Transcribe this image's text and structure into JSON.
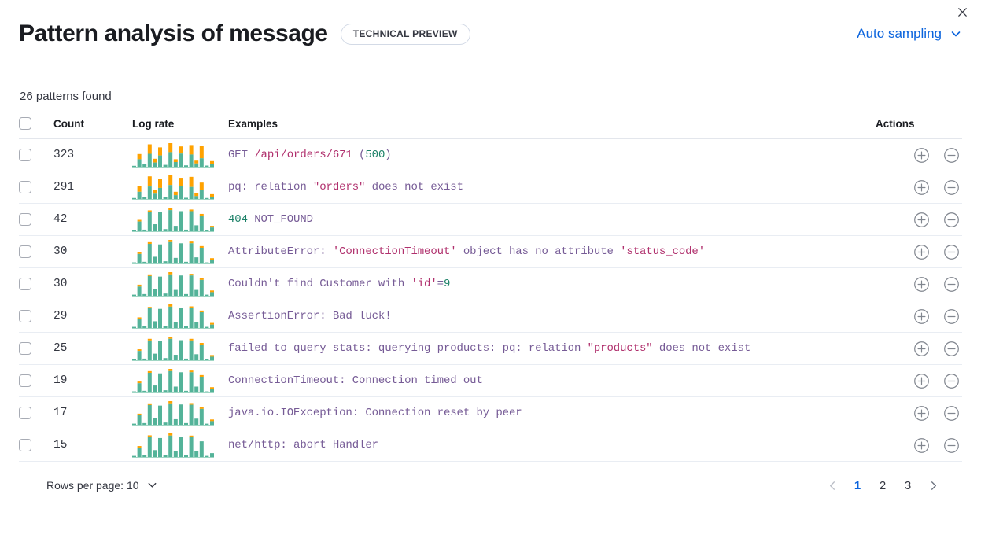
{
  "header": {
    "title": "Pattern analysis of message",
    "badge": "TECHNICAL PREVIEW",
    "sampling_label": "Auto sampling",
    "sampling_icon": "chevron-down-icon",
    "close_icon": "close-icon"
  },
  "summary": {
    "patterns_found": "26 patterns found"
  },
  "table": {
    "columns": {
      "select": "",
      "count": "Count",
      "log_rate": "Log rate",
      "examples": "Examples",
      "actions": "Actions"
    },
    "row_actions": {
      "include_icon": "plus-in-circle-icon",
      "exclude_icon": "minus-in-circle-icon"
    },
    "rows": [
      {
        "count": "323",
        "example": "GET /api/orders/671 (500)",
        "tokens": [
          {
            "t": "GET ",
            "c": "base"
          },
          {
            "t": "/api/orders/671",
            "c": "str"
          },
          {
            "t": " (",
            "c": "base"
          },
          {
            "t": "500",
            "c": "num"
          },
          {
            "t": ")",
            "c": "base"
          }
        ],
        "spark": [
          {
            "g": 4,
            "o": 0
          },
          {
            "g": 32,
            "o": 22
          },
          {
            "g": 10,
            "o": 0
          },
          {
            "g": 55,
            "o": 40
          },
          {
            "g": 18,
            "o": 16
          },
          {
            "g": 48,
            "o": 34
          },
          {
            "g": 8,
            "o": 0
          },
          {
            "g": 62,
            "o": 38
          },
          {
            "g": 20,
            "o": 12
          },
          {
            "g": 56,
            "o": 30
          },
          {
            "g": 6,
            "o": 0
          },
          {
            "g": 52,
            "o": 40
          },
          {
            "g": 14,
            "o": 12
          },
          {
            "g": 36,
            "o": 52
          },
          {
            "g": 5,
            "o": 0
          },
          {
            "g": 10,
            "o": 14
          }
        ]
      },
      {
        "count": "291",
        "example": "pq: relation \"orders\" does not exist",
        "tokens": [
          {
            "t": "pq: relation ",
            "c": "base"
          },
          {
            "t": "\"orders\"",
            "c": "str"
          },
          {
            "t": " does not exist",
            "c": "base"
          }
        ],
        "spark": [
          {
            "g": 4,
            "o": 0
          },
          {
            "g": 30,
            "o": 24
          },
          {
            "g": 8,
            "o": 0
          },
          {
            "g": 52,
            "o": 42
          },
          {
            "g": 22,
            "o": 14
          },
          {
            "g": 46,
            "o": 36
          },
          {
            "g": 7,
            "o": 0
          },
          {
            "g": 58,
            "o": 40
          },
          {
            "g": 16,
            "o": 14
          },
          {
            "g": 54,
            "o": 34
          },
          {
            "g": 5,
            "o": 0
          },
          {
            "g": 50,
            "o": 42
          },
          {
            "g": 12,
            "o": 14
          },
          {
            "g": 38,
            "o": 30
          },
          {
            "g": 4,
            "o": 0
          },
          {
            "g": 8,
            "o": 12
          }
        ]
      },
      {
        "count": "42",
        "example": "404 NOT_FOUND",
        "tokens": [
          {
            "t": "404",
            "c": "num"
          },
          {
            "t": " NOT_FOUND",
            "c": "base"
          }
        ],
        "spark": [
          {
            "g": 4,
            "o": 0
          },
          {
            "g": 36,
            "o": 6
          },
          {
            "g": 6,
            "o": 0
          },
          {
            "g": 72,
            "o": 5
          },
          {
            "g": 26,
            "o": 0
          },
          {
            "g": 70,
            "o": 0
          },
          {
            "g": 8,
            "o": 0
          },
          {
            "g": 78,
            "o": 9
          },
          {
            "g": 20,
            "o": 0
          },
          {
            "g": 74,
            "o": 0
          },
          {
            "g": 6,
            "o": 0
          },
          {
            "g": 74,
            "o": 6
          },
          {
            "g": 22,
            "o": 0
          },
          {
            "g": 58,
            "o": 6
          },
          {
            "g": 4,
            "o": 0
          },
          {
            "g": 14,
            "o": 6
          }
        ]
      },
      {
        "count": "30",
        "example": "AttributeError: 'ConnectionTimeout' object has no attribute 'status_code'",
        "tokens": [
          {
            "t": "AttributeError: ",
            "c": "base"
          },
          {
            "t": "'ConnectionTimeout'",
            "c": "str"
          },
          {
            "t": " object has no attribute ",
            "c": "base"
          },
          {
            "t": "'status_code'",
            "c": "str"
          }
        ],
        "spark": [
          {
            "g": 4,
            "o": 0
          },
          {
            "g": 34,
            "o": 6
          },
          {
            "g": 6,
            "o": 0
          },
          {
            "g": 70,
            "o": 6
          },
          {
            "g": 24,
            "o": 0
          },
          {
            "g": 68,
            "o": 0
          },
          {
            "g": 8,
            "o": 0
          },
          {
            "g": 76,
            "o": 8
          },
          {
            "g": 20,
            "o": 0
          },
          {
            "g": 72,
            "o": 0
          },
          {
            "g": 6,
            "o": 0
          },
          {
            "g": 72,
            "o": 6
          },
          {
            "g": 22,
            "o": 0
          },
          {
            "g": 56,
            "o": 6
          },
          {
            "g": 4,
            "o": 0
          },
          {
            "g": 13,
            "o": 6
          }
        ]
      },
      {
        "count": "30",
        "example": "Couldn't find Customer with 'id'=9",
        "tokens": [
          {
            "t": "Couldn't find Customer with ",
            "c": "base"
          },
          {
            "t": "'id'",
            "c": "str"
          },
          {
            "t": "=",
            "c": "base"
          },
          {
            "t": "9",
            "c": "num"
          }
        ],
        "spark": [
          {
            "g": 4,
            "o": 0
          },
          {
            "g": 33,
            "o": 7
          },
          {
            "g": 6,
            "o": 0
          },
          {
            "g": 71,
            "o": 6
          },
          {
            "g": 25,
            "o": 0
          },
          {
            "g": 69,
            "o": 0
          },
          {
            "g": 8,
            "o": 0
          },
          {
            "g": 77,
            "o": 8
          },
          {
            "g": 21,
            "o": 0
          },
          {
            "g": 73,
            "o": 0
          },
          {
            "g": 6,
            "o": 0
          },
          {
            "g": 73,
            "o": 6
          },
          {
            "g": 21,
            "o": 0
          },
          {
            "g": 57,
            "o": 6
          },
          {
            "g": 4,
            "o": 0
          },
          {
            "g": 13,
            "o": 6
          }
        ]
      },
      {
        "count": "29",
        "example": "AssertionError: Bad luck!",
        "tokens": [
          {
            "t": "AssertionError: Bad luck!",
            "c": "base"
          }
        ],
        "spark": [
          {
            "g": 4,
            "o": 0
          },
          {
            "g": 32,
            "o": 6
          },
          {
            "g": 6,
            "o": 0
          },
          {
            "g": 70,
            "o": 5
          },
          {
            "g": 24,
            "o": 0
          },
          {
            "g": 68,
            "o": 0
          },
          {
            "g": 8,
            "o": 0
          },
          {
            "g": 76,
            "o": 8
          },
          {
            "g": 20,
            "o": 0
          },
          {
            "g": 72,
            "o": 0
          },
          {
            "g": 6,
            "o": 0
          },
          {
            "g": 71,
            "o": 6
          },
          {
            "g": 21,
            "o": 0
          },
          {
            "g": 56,
            "o": 6
          },
          {
            "g": 4,
            "o": 0
          },
          {
            "g": 12,
            "o": 6
          }
        ]
      },
      {
        "count": "25",
        "example": "failed to query stats: querying products: pq: relation \"products\" does not exist",
        "tokens": [
          {
            "t": "failed to query stats: querying products: pq: relation ",
            "c": "base"
          },
          {
            "t": "\"products\"",
            "c": "str"
          },
          {
            "t": " does not exist",
            "c": "base"
          }
        ],
        "spark": [
          {
            "g": 4,
            "o": 0
          },
          {
            "g": 34,
            "o": 6
          },
          {
            "g": 6,
            "o": 0
          },
          {
            "g": 72,
            "o": 6
          },
          {
            "g": 24,
            "o": 0
          },
          {
            "g": 69,
            "o": 0
          },
          {
            "g": 8,
            "o": 0
          },
          {
            "g": 78,
            "o": 8
          },
          {
            "g": 20,
            "o": 0
          },
          {
            "g": 73,
            "o": 0
          },
          {
            "g": 6,
            "o": 0
          },
          {
            "g": 72,
            "o": 6
          },
          {
            "g": 22,
            "o": 0
          },
          {
            "g": 57,
            "o": 6
          },
          {
            "g": 4,
            "o": 0
          },
          {
            "g": 13,
            "o": 6
          }
        ]
      },
      {
        "count": "19",
        "example": "ConnectionTimeout: Connection timed out",
        "tokens": [
          {
            "t": "ConnectionTimeout: Connection timed out",
            "c": "base"
          }
        ],
        "spark": [
          {
            "g": 4,
            "o": 0
          },
          {
            "g": 33,
            "o": 6
          },
          {
            "g": 6,
            "o": 0
          },
          {
            "g": 70,
            "o": 6
          },
          {
            "g": 25,
            "o": 0
          },
          {
            "g": 68,
            "o": 0
          },
          {
            "g": 8,
            "o": 0
          },
          {
            "g": 76,
            "o": 8
          },
          {
            "g": 21,
            "o": 0
          },
          {
            "g": 72,
            "o": 0
          },
          {
            "g": 6,
            "o": 0
          },
          {
            "g": 72,
            "o": 6
          },
          {
            "g": 21,
            "o": 0
          },
          {
            "g": 56,
            "o": 6
          },
          {
            "g": 4,
            "o": 0
          },
          {
            "g": 13,
            "o": 6
          }
        ]
      },
      {
        "count": "17",
        "example": "java.io.IOException: Connection reset by peer",
        "tokens": [
          {
            "t": "java.io.IOException: Connection reset by peer",
            "c": "base"
          }
        ],
        "spark": [
          {
            "g": 4,
            "o": 0
          },
          {
            "g": 34,
            "o": 6
          },
          {
            "g": 6,
            "o": 0
          },
          {
            "g": 71,
            "o": 6
          },
          {
            "g": 24,
            "o": 0
          },
          {
            "g": 69,
            "o": 0
          },
          {
            "g": 8,
            "o": 0
          },
          {
            "g": 77,
            "o": 8
          },
          {
            "g": 20,
            "o": 0
          },
          {
            "g": 73,
            "o": 0
          },
          {
            "g": 6,
            "o": 0
          },
          {
            "g": 72,
            "o": 6
          },
          {
            "g": 22,
            "o": 0
          },
          {
            "g": 57,
            "o": 6
          },
          {
            "g": 4,
            "o": 0
          },
          {
            "g": 13,
            "o": 6
          }
        ]
      },
      {
        "count": "15",
        "example": "net/http: abort Handler",
        "tokens": [
          {
            "t": "net/http: abort Handler",
            "c": "base"
          }
        ],
        "spark": [
          {
            "g": 4,
            "o": 0
          },
          {
            "g": 33,
            "o": 7
          },
          {
            "g": 6,
            "o": 0
          },
          {
            "g": 72,
            "o": 7
          },
          {
            "g": 25,
            "o": 0
          },
          {
            "g": 69,
            "o": 0
          },
          {
            "g": 8,
            "o": 0
          },
          {
            "g": 78,
            "o": 8
          },
          {
            "g": 21,
            "o": 0
          },
          {
            "g": 73,
            "o": 0
          },
          {
            "g": 6,
            "o": 0
          },
          {
            "g": 72,
            "o": 6
          },
          {
            "g": 21,
            "o": 0
          },
          {
            "g": 57,
            "o": 0
          },
          {
            "g": 4,
            "o": 0
          },
          {
            "g": 14,
            "o": 0
          }
        ]
      }
    ]
  },
  "footer": {
    "rows_per_page": "Rows per page: 10",
    "rows_per_page_icon": "chevron-down-icon",
    "prev_icon": "chevron-left-icon",
    "next_icon": "chevron-right-icon",
    "pages": [
      "1",
      "2",
      "3"
    ],
    "active_page": "1"
  },
  "colors": {
    "accent": "#0b64dd",
    "spark_green": "#54b399",
    "spark_orange": "#ffa200",
    "token_base": "#765b96",
    "token_string": "#b0306d",
    "token_number": "#1b8067"
  }
}
